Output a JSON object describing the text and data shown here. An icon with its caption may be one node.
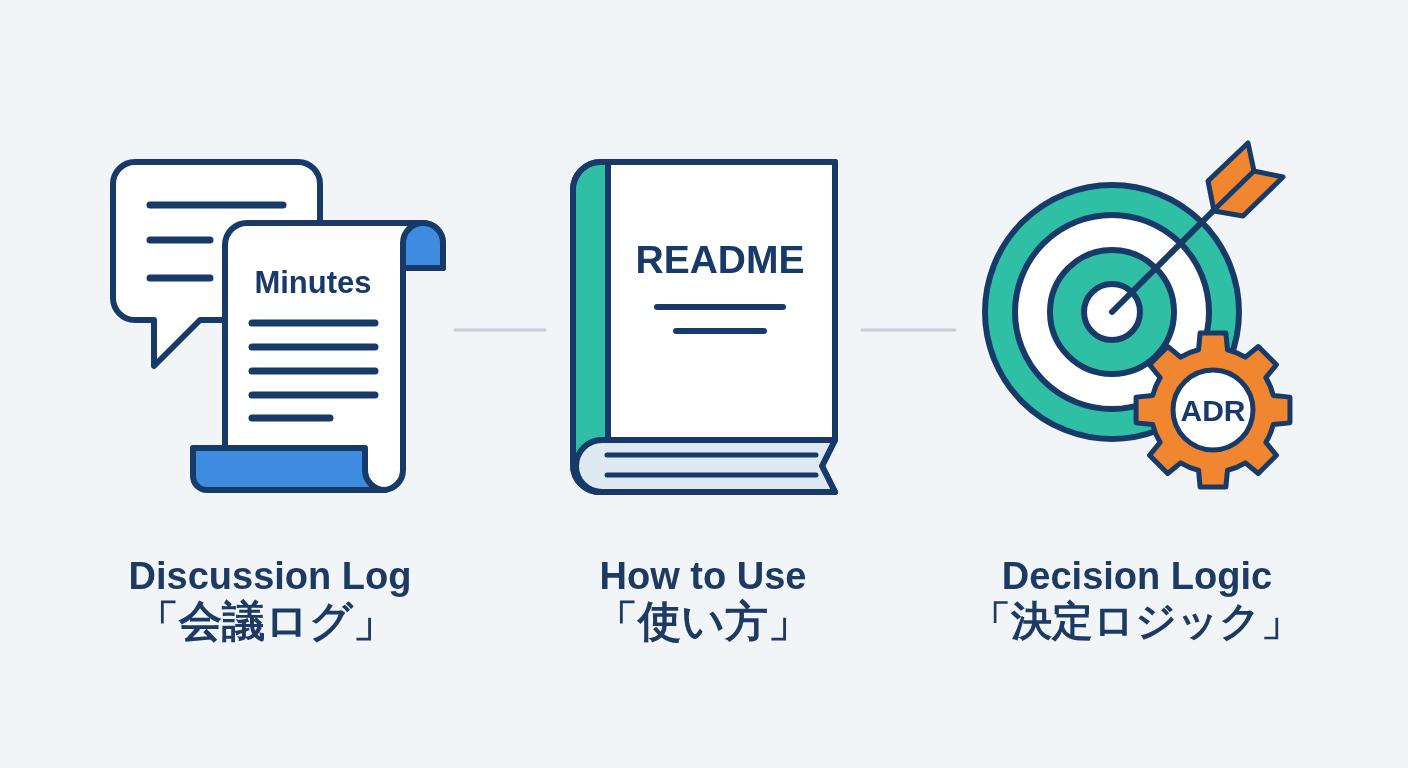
{
  "diagram": {
    "nodes": [
      {
        "text": [
          "Minutes"
        ],
        "beside": [
          "Discussion Log",
          "「会議ログ」"
        ]
      },
      {
        "text": [
          "README"
        ],
        "beside": [
          "How to Use",
          "「使い方」"
        ]
      },
      {
        "text": [
          "ADR"
        ],
        "beside": [
          "Decision Logic",
          "「決定ロジック」"
        ]
      }
    ],
    "edges": [
      {
        "from": 0,
        "to": 1,
        "arrow": "none"
      },
      {
        "from": 1,
        "to": 2,
        "arrow": "none"
      }
    ]
  }
}
